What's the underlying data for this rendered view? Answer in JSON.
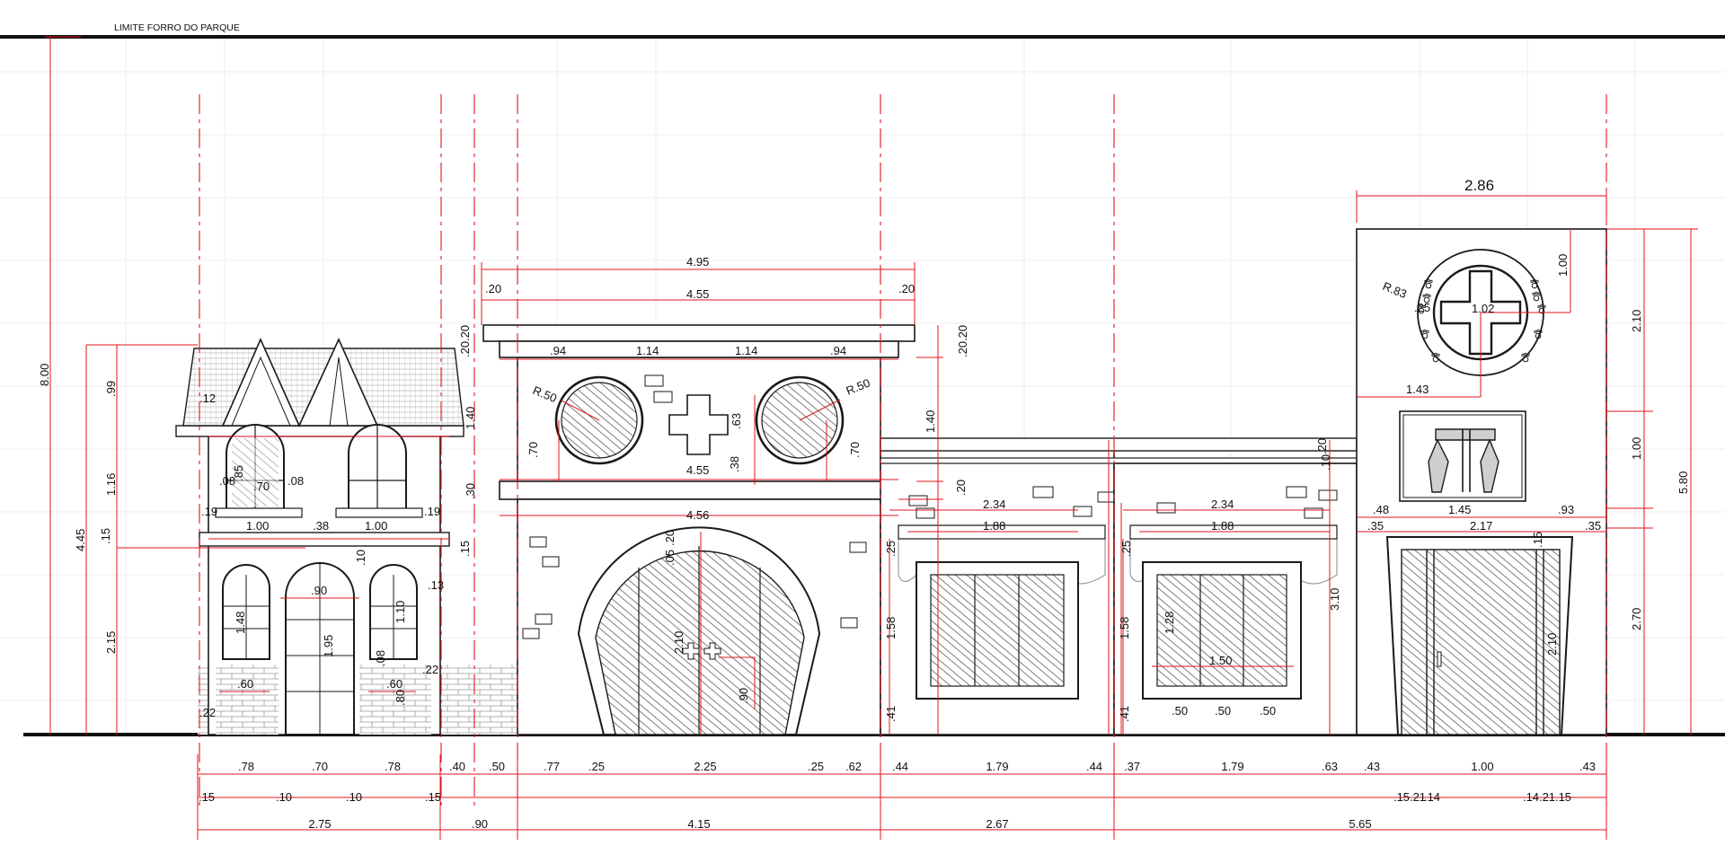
{
  "header": {
    "label": "LIMITE FORRO DO PARQUE"
  },
  "colors": {
    "dimension": "#e0141b",
    "line": "#1a1a1a",
    "glass_hatch": "#444444",
    "grid": "#eeeeee"
  },
  "icons": {
    "paw": "paw-print-icon",
    "cross": "cross-icon",
    "lantern": "hanging-lantern-icon"
  },
  "dims": {
    "total_height": "8.00",
    "top_width": "2.86",
    "tower": {
      "upper": "2.10",
      "middle": "1.00",
      "lower": "2.70",
      "total": "5.80",
      "radius": "R.83",
      "cross": "1.02",
      "r_small": ".25",
      "offset_v": "1.00",
      "offset_h": "1.43",
      "w48": ".48",
      "w145": "1.45",
      "w93": ".93",
      "w35a": ".35",
      "w217": "2.17",
      "w35b": ".35",
      "door_h": "2.10",
      "t15": ".15"
    },
    "house": {
      "h445": "4.45",
      "h99": ".99",
      "h116": "1.16",
      "h15": ".15",
      "h215": "2.15",
      "h12": ".12",
      "h85": ".85",
      "h08a": ".08",
      "h70": ".70",
      "h08b": ".08",
      "h19a": ".19",
      "h100a": "1.00",
      "h38": ".38",
      "h100b": "1.00",
      "h19b": ".19",
      "h10a": ".10",
      "h90": ".90",
      "h148": "1.48",
      "h195": "1.95",
      "h110": "1.10",
      "h08c": ".08",
      "h13": ".13",
      "h22a": ".22",
      "h60a": ".60",
      "h60b": ".60",
      "h80": ".80",
      "h22b": ".22",
      "h15b": ".15"
    },
    "clinic": {
      "w495": "4.95",
      "w20a": ".20",
      "w455a": "4.55",
      "w20b": ".20",
      "w94a": ".94",
      "w114a": "1.14",
      "w114b": "1.14",
      "w94b": ".94",
      "hl2020": ".20.20",
      "hl140": "1.40",
      "hl30": ".30",
      "r50a": "R.50",
      "r50b": "R.50",
      "c63": ".63",
      "c70a": ".70",
      "c70b": ".70",
      "c38": ".38",
      "w455b": "4.55",
      "w456": "4.56",
      "a20": ".20",
      "a05": ".05",
      "a210": "2.10",
      "a90": ".90",
      "hr2020": ".20.20",
      "hr140": "1.40",
      "hr20": ".20"
    },
    "shops": {
      "s1_234": "2.34",
      "s1_188": "1.88",
      "s1_25": ".25",
      "s1_158": "1.58",
      "s1_41": ".41",
      "s2_234": "2.34",
      "s2_188": "1.88",
      "s2_25": ".25",
      "s2_128": "1.28",
      "s2_150": "1.50",
      "s2_50a": ".50",
      "s2_50b": ".50",
      "s2_50c": ".50",
      "s2_158": "1.58",
      "s2_41": ".41",
      "s2_310": "3.10",
      "beam20": ".20",
      "beam10": ".10"
    },
    "row1": [
      ".78",
      ".70",
      ".78",
      ".40",
      ".50",
      ".77",
      ".25",
      "2.25",
      ".25",
      ".62",
      ".44",
      "1.79",
      ".44",
      ".37",
      "1.79",
      ".63",
      ".43",
      "1.00",
      ".43"
    ],
    "row2": [
      ".15",
      ".10",
      ".10",
      ".15",
      ".21",
      ".15",
      ".14",
      ".21",
      ".14",
      ".15"
    ],
    "row3": [
      "2.75",
      ".90",
      "4.15",
      "2.67",
      "5.65"
    ]
  }
}
